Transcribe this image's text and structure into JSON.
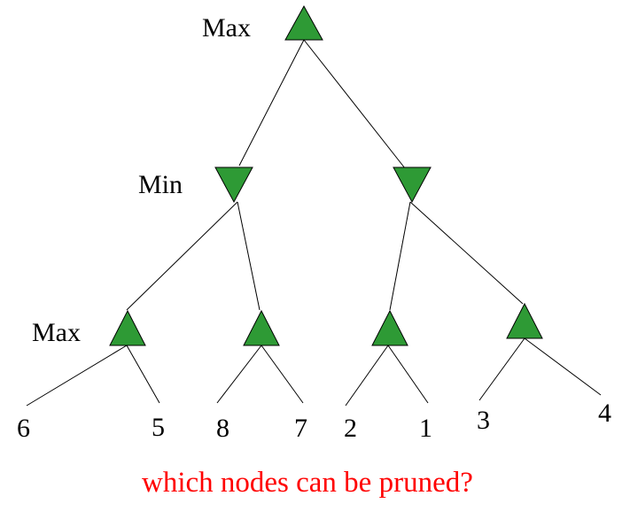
{
  "level_labels": {
    "root": "Max",
    "middle": "Min",
    "bottom": "Max"
  },
  "leaves": [
    "6",
    "5",
    "8",
    "7",
    "2",
    "1",
    "3",
    "4"
  ],
  "question": "which nodes can be pruned?",
  "colors": {
    "node_fill": "#2e9a35",
    "node_stroke": "#000000",
    "edge": "#000000",
    "question_text": "#ff0000",
    "label_text": "#000000"
  }
}
